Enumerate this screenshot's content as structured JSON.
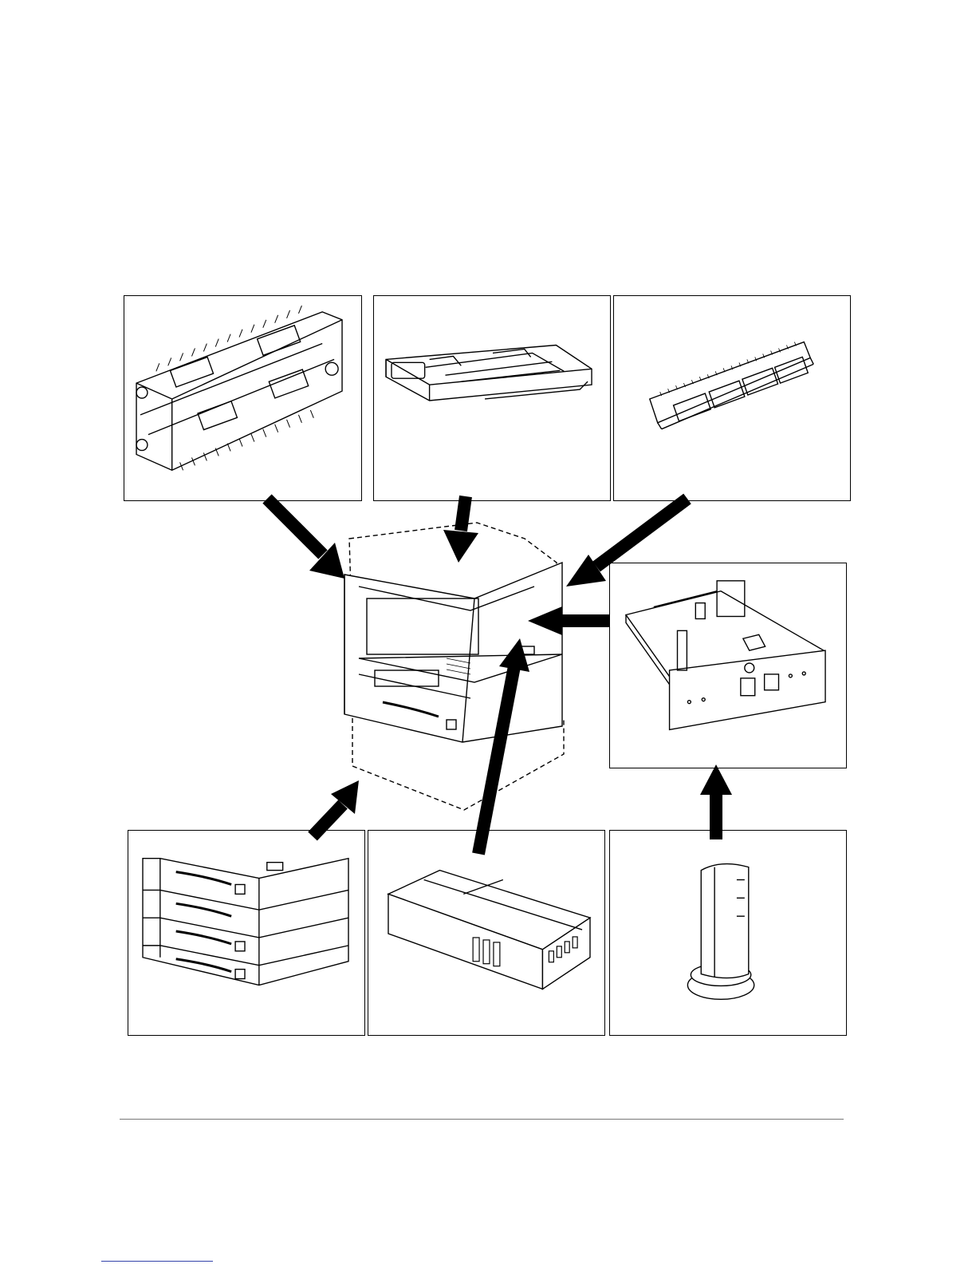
{
  "figure": {
    "central_unit": "copier-with-optional-cabinet",
    "options": [
      {
        "id": "duplex-unit",
        "icon": "duplex-unit-icon"
      },
      {
        "id": "document-processor",
        "icon": "document-processor-icon"
      },
      {
        "id": "memory-module",
        "icon": "memory-module-icon"
      },
      {
        "id": "network-card",
        "icon": "network-card-icon"
      },
      {
        "id": "paper-feeder",
        "icon": "paper-feeder-icon"
      },
      {
        "id": "hard-disk-unit",
        "icon": "hard-disk-unit-icon"
      },
      {
        "id": "key-counter",
        "icon": "key-counter-icon"
      }
    ],
    "colors": {
      "line": "#000000",
      "arrow": "#000000",
      "background": "#ffffff"
    }
  }
}
